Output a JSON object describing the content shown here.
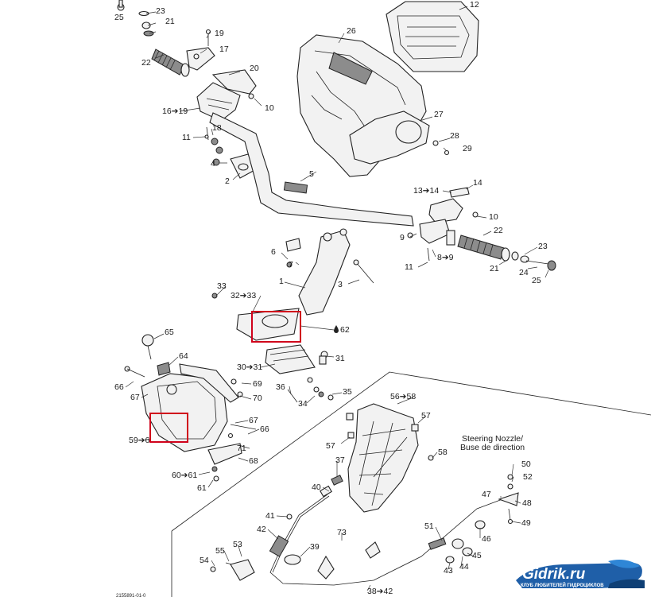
{
  "colors": {
    "highlight": "#d0021b",
    "logo_blue": "#1f5fa8",
    "logo_text": "#ffffff"
  },
  "labels": [
    {
      "id": "l25a",
      "text": "25"
    },
    {
      "id": "l23a",
      "text": "23"
    },
    {
      "id": "l21a",
      "text": "21"
    },
    {
      "id": "l22a",
      "text": "22"
    },
    {
      "id": "l19a",
      "text": "19"
    },
    {
      "id": "l17",
      "text": "17"
    },
    {
      "id": "l20",
      "text": "20"
    },
    {
      "id": "l10a",
      "text": "10"
    },
    {
      "id": "l16_19",
      "text": "16➔19"
    },
    {
      "id": "l18",
      "text": "18"
    },
    {
      "id": "l11a",
      "text": "11"
    },
    {
      "id": "l4",
      "text": "4"
    },
    {
      "id": "l2",
      "text": "2"
    },
    {
      "id": "l5",
      "text": "5"
    },
    {
      "id": "l26",
      "text": "26"
    },
    {
      "id": "l12",
      "text": "12"
    },
    {
      "id": "l27",
      "text": "27"
    },
    {
      "id": "l28",
      "text": "28"
    },
    {
      "id": "l29",
      "text": "29"
    },
    {
      "id": "l13_14",
      "text": "13➔14"
    },
    {
      "id": "l14",
      "text": "14"
    },
    {
      "id": "l10b",
      "text": "10"
    },
    {
      "id": "l9",
      "text": "9"
    },
    {
      "id": "l22b",
      "text": "22"
    },
    {
      "id": "l8_9",
      "text": "8➔9"
    },
    {
      "id": "l11b",
      "text": "11"
    },
    {
      "id": "l23b",
      "text": "23"
    },
    {
      "id": "l21b",
      "text": "21"
    },
    {
      "id": "l24",
      "text": "24"
    },
    {
      "id": "l25b",
      "text": "25"
    },
    {
      "id": "l6",
      "text": "6"
    },
    {
      "id": "l7",
      "text": "7"
    },
    {
      "id": "l1",
      "text": "1"
    },
    {
      "id": "l3",
      "text": "3"
    },
    {
      "id": "l33",
      "text": "33"
    },
    {
      "id": "l32_33",
      "text": "32➔33"
    },
    {
      "id": "l62",
      "text": "62"
    },
    {
      "id": "l65",
      "text": "65"
    },
    {
      "id": "l64",
      "text": "64"
    },
    {
      "id": "l30_31",
      "text": "30➔31"
    },
    {
      "id": "l31",
      "text": "31"
    },
    {
      "id": "l66a",
      "text": "66"
    },
    {
      "id": "l67a",
      "text": "67"
    },
    {
      "id": "l69",
      "text": "69"
    },
    {
      "id": "l70",
      "text": "70"
    },
    {
      "id": "l36",
      "text": "36"
    },
    {
      "id": "l35",
      "text": "35"
    },
    {
      "id": "l34",
      "text": "34"
    },
    {
      "id": "l56_58",
      "text": "56➔58"
    },
    {
      "id": "l57a",
      "text": "57"
    },
    {
      "id": "l67b",
      "text": "67"
    },
    {
      "id": "l66b",
      "text": "66"
    },
    {
      "id": "l59_6",
      "text": "59➔6"
    },
    {
      "id": "l71",
      "text": "71"
    },
    {
      "id": "l68",
      "text": "68"
    },
    {
      "id": "l57b",
      "text": "57"
    },
    {
      "id": "l58",
      "text": "58"
    },
    {
      "id": "l60_61",
      "text": "60➔61"
    },
    {
      "id": "l61",
      "text": "61"
    },
    {
      "id": "l37",
      "text": "37"
    },
    {
      "id": "l40",
      "text": "40"
    },
    {
      "id": "l50",
      "text": "50"
    },
    {
      "id": "l52",
      "text": "52"
    },
    {
      "id": "l47",
      "text": "47"
    },
    {
      "id": "l48",
      "text": "48"
    },
    {
      "id": "l49",
      "text": "49"
    },
    {
      "id": "l41",
      "text": "41"
    },
    {
      "id": "l42",
      "text": "42"
    },
    {
      "id": "l73",
      "text": "73"
    },
    {
      "id": "l51",
      "text": "51"
    },
    {
      "id": "l46",
      "text": "46"
    },
    {
      "id": "l55",
      "text": "55"
    },
    {
      "id": "l53",
      "text": "53"
    },
    {
      "id": "l39",
      "text": "39"
    },
    {
      "id": "l45",
      "text": "45"
    },
    {
      "id": "l54",
      "text": "54"
    },
    {
      "id": "l43",
      "text": "43"
    },
    {
      "id": "l44",
      "text": "44"
    },
    {
      "id": "l38_42",
      "text": "38➔42"
    }
  ],
  "nozzle_caption": {
    "line1": "Steering Nozzle/",
    "line2": "Buse de direction"
  },
  "drawing_code": "2155891-01-0",
  "logo": {
    "brand": "Gidrik.ru",
    "tagline": "КЛУБ ЛЮБИТЕЛЕЙ ГИДРОЦИКЛОВ"
  },
  "icons": {
    "oil_drop": "oil-drop-icon",
    "logo_wave": "jetski-wave-icon"
  }
}
